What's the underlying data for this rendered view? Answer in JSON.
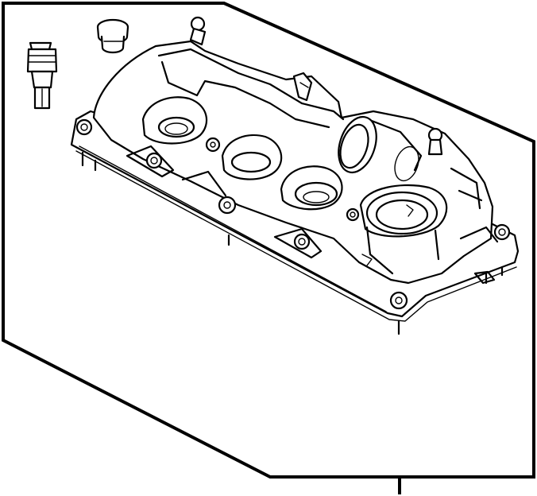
{
  "diagram": {
    "kind": "exploded parts illustration",
    "parts": [
      {
        "id": "breather-connector",
        "icon": "connector-icon"
      },
      {
        "id": "oil-filler-plug",
        "icon": "plug-icon"
      },
      {
        "id": "valve-cover-assembly",
        "icon": "valve-cover-icon"
      }
    ],
    "callout": {
      "style": "leader-line",
      "label": ""
    },
    "colors": {
      "line": "#000000",
      "background": "#ffffff"
    }
  }
}
